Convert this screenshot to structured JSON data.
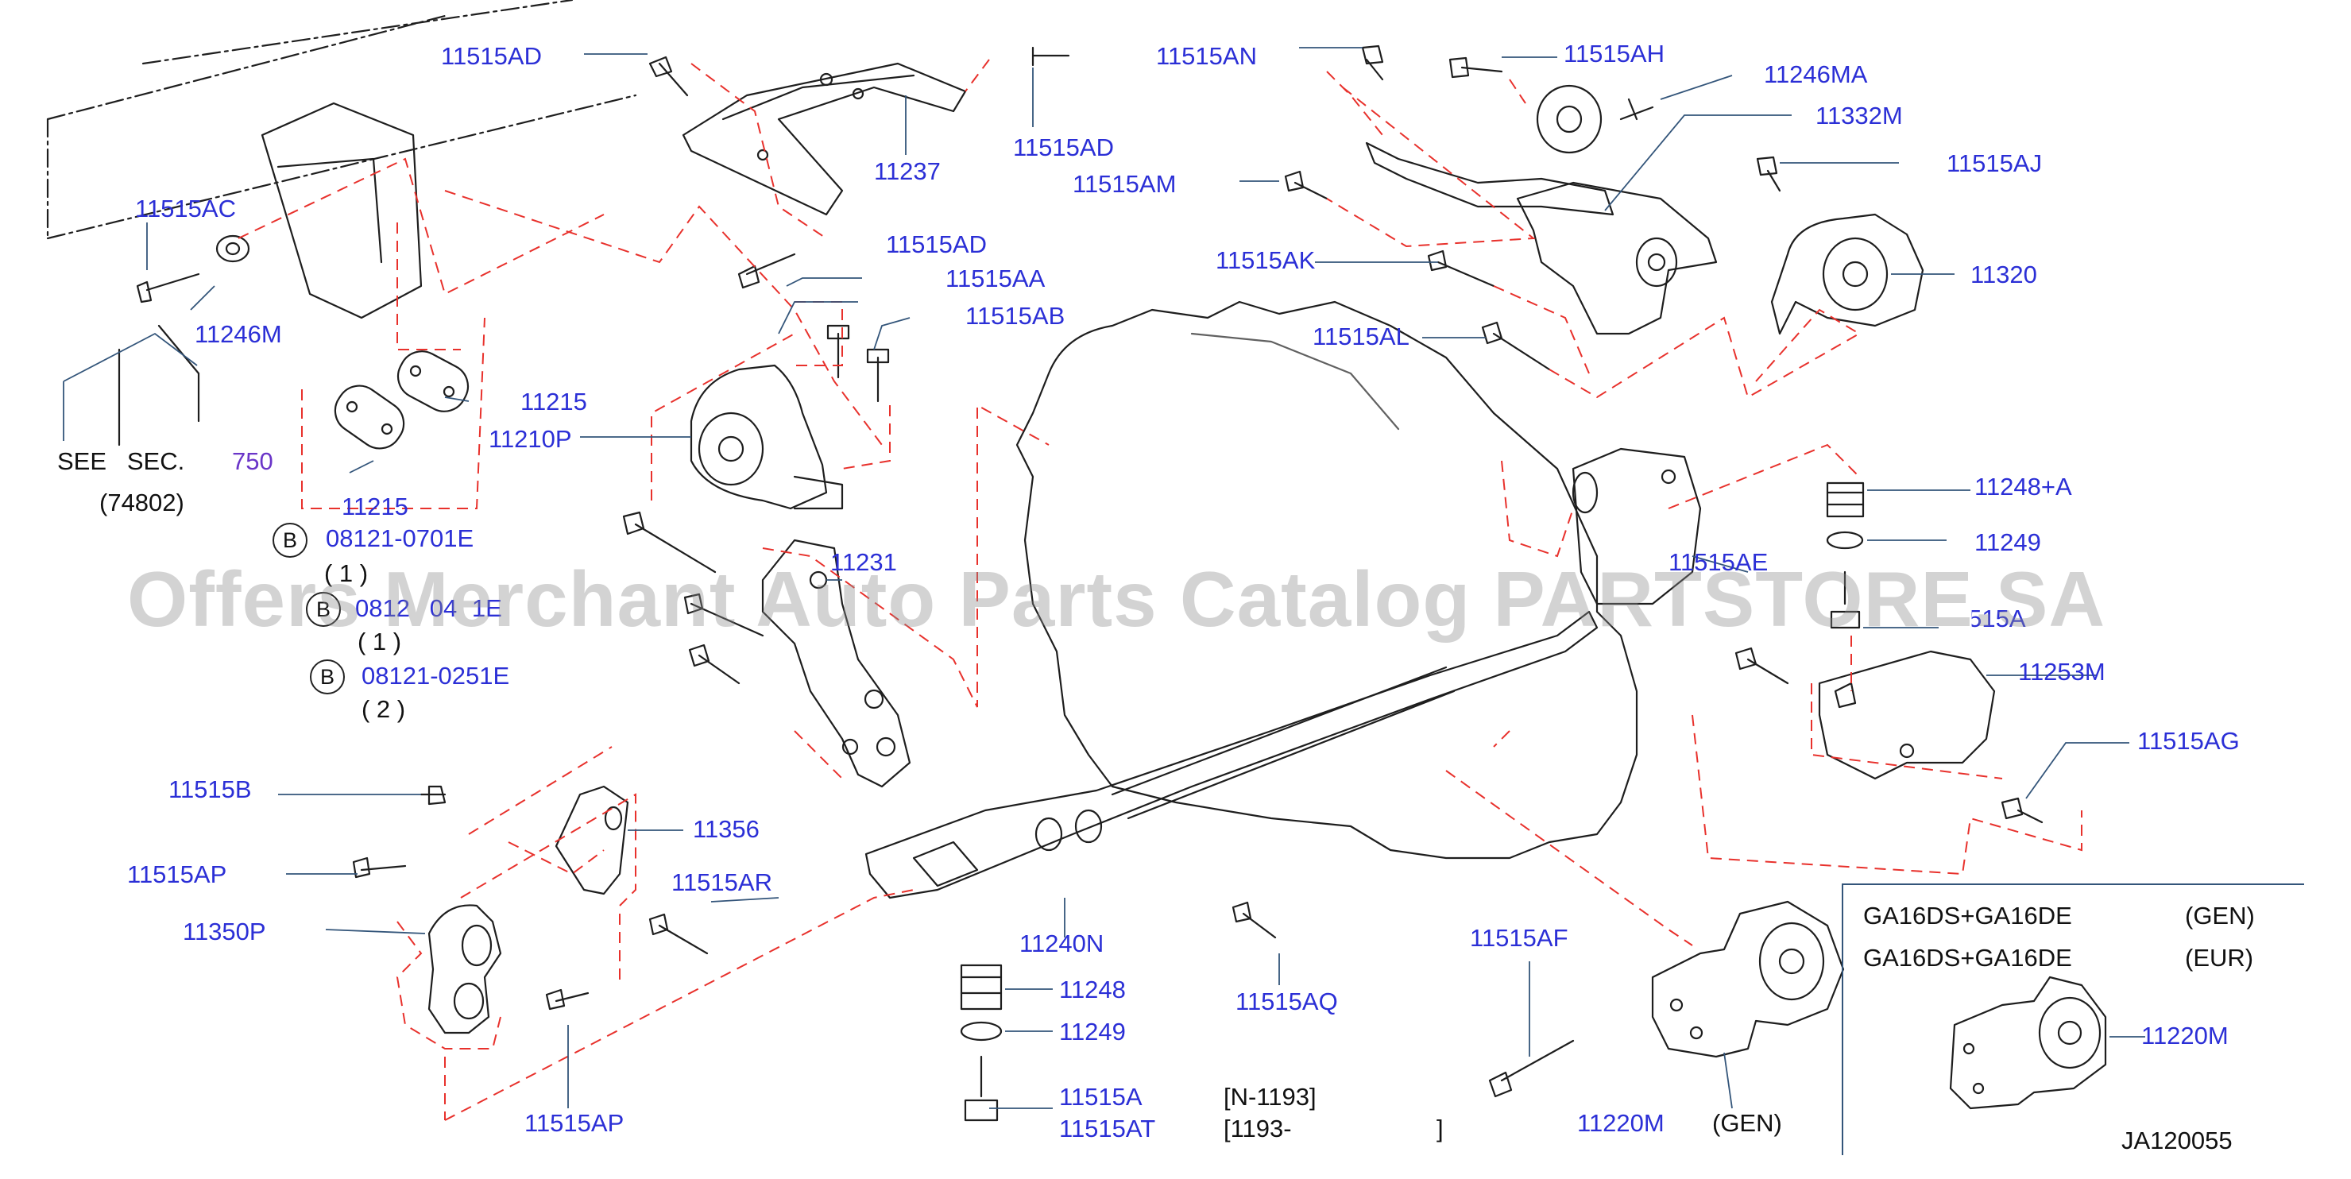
{
  "diagram": {
    "part_numbers": {
      "p11515AD_a": "11515AD",
      "p11515AD_b": "11515AD",
      "p11515AD_c": "11515AD",
      "p11237": "11237",
      "p11515AN": "11515AN",
      "p11515AH": "11515AH",
      "p11246MA": "11246MA",
      "p11332M": "11332M",
      "p11515AM": "11515AM",
      "p11515AJ": "11515AJ",
      "p11515AC": "11515AC",
      "p11246M": "11246M",
      "p11515AA": "11515AA",
      "p11515AB": "11515AB",
      "p11515AK": "11515AK",
      "p11320": "11320",
      "p11515AL": "11515AL",
      "p11215_a": "11215",
      "p11210P": "11210P",
      "p11215_b": "11215",
      "p11248A": "11248+A",
      "p11249_a": "11249",
      "p11231": "11231",
      "p11515AE": "11515AE",
      "p11515A_trunc": "11515A",
      "p11253M": "11253M",
      "p11515AG": "11515AG",
      "p11515B": "11515B",
      "p11356": "11356",
      "p11515AP_a": "11515AP",
      "p11515AR": "11515AR",
      "p11350P": "11350P",
      "p11240N": "11240N",
      "p11515AQ": "11515AQ",
      "p11515AF": "11515AF",
      "p11248": "11248",
      "p11249_b": "11249",
      "p11515A": "11515A",
      "p11515AT": "11515AT",
      "p11515AP_b": "11515AP",
      "p11220M_a": "11220M",
      "p11220M_b": "11220M"
    },
    "see_sec": {
      "text": "SEE   SEC.",
      "number": "750",
      "sub": "(74802)"
    },
    "bolts": [
      {
        "badge": "B",
        "code": "08121-0701E",
        "qty": "( 1 )"
      },
      {
        "badge": "B",
        "code": "0812    04   1E",
        "qty": "( 1 )"
      },
      {
        "badge": "B",
        "code": "08121-0251E",
        "qty": "( 2 )"
      }
    ],
    "serials": {
      "n1193": "[N-1193]",
      "s1193": "[1193-",
      "close": "]"
    },
    "gen_label": "(GEN)",
    "inset": {
      "row1_engine": "GA16DS+GA16DE",
      "row1_market": "(GEN)",
      "row2_engine": "GA16DS+GA16DE",
      "row2_market": "(EUR)"
    },
    "figure_code": "JA120055",
    "watermark": "Offers Merchant Auto Parts Catalog PARTSTORE.SA"
  },
  "colors": {
    "label_blue": "#2b2fd6",
    "ref_purple": "#6a35c8",
    "phantom_red": "#e8312c",
    "line_dark": "#1e1e1e",
    "leader_blue": "#33557a"
  }
}
